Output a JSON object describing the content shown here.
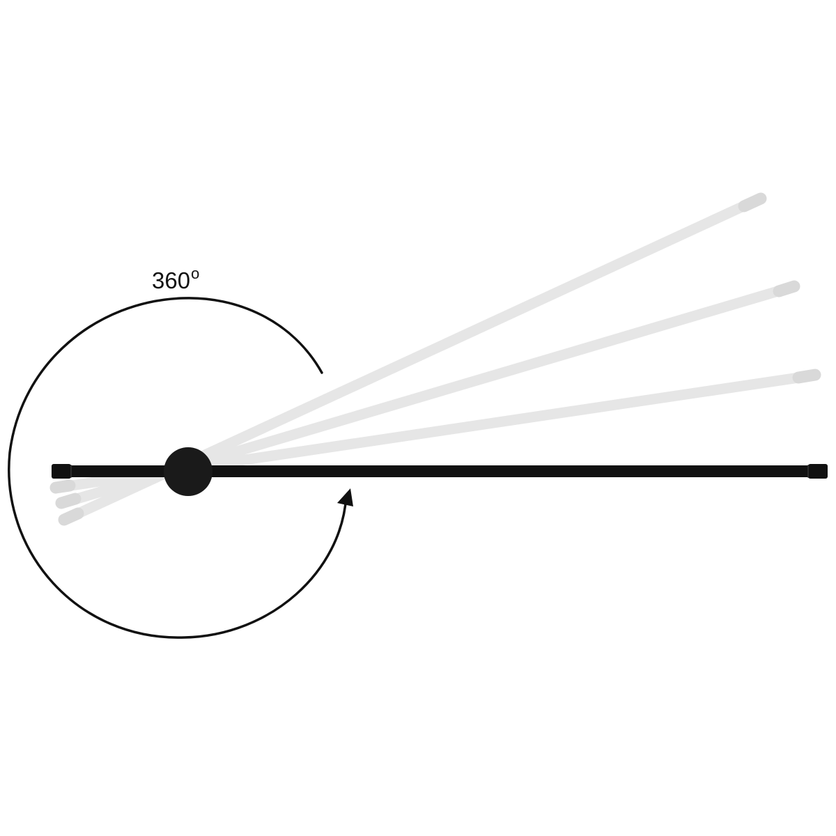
{
  "rotation_label": {
    "value": "360",
    "unit": "o"
  },
  "colors": {
    "rod": "#111111",
    "hub": "#1a1a1a",
    "ghost_rod": "#e6e6e6",
    "ghost_cap": "#ececec",
    "arrow": "#111111",
    "background": "#ffffff"
  },
  "ghost_positions_count": 3
}
